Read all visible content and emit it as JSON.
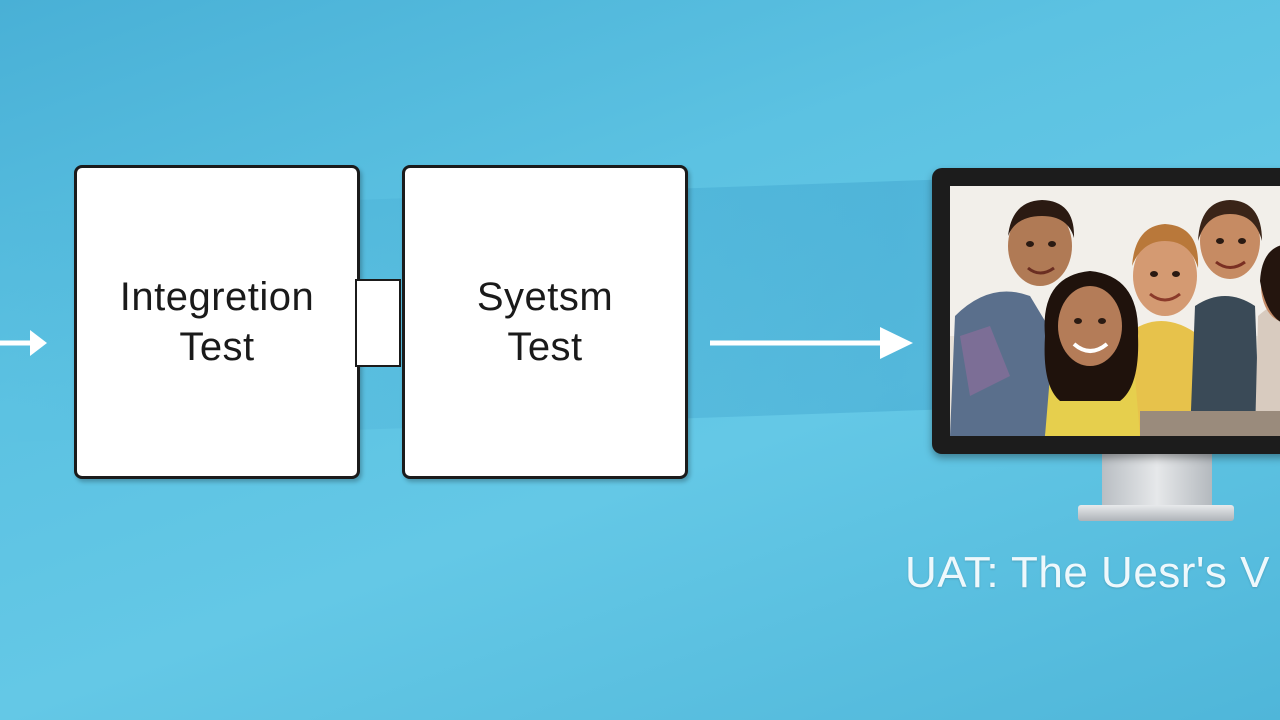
{
  "diagram": {
    "steps": [
      {
        "line1": "Integretion",
        "line2": "Test"
      },
      {
        "line1": "Syetsm",
        "line2": "Test"
      }
    ],
    "caption": "UAT: The Uesr's V"
  },
  "colors": {
    "background": "#5cc2e2",
    "box_fill": "#ffffff",
    "box_border": "#1b1b1b",
    "arrow": "#ffffff"
  },
  "icons": [
    "arrow-right-icon",
    "monitor-icon"
  ]
}
